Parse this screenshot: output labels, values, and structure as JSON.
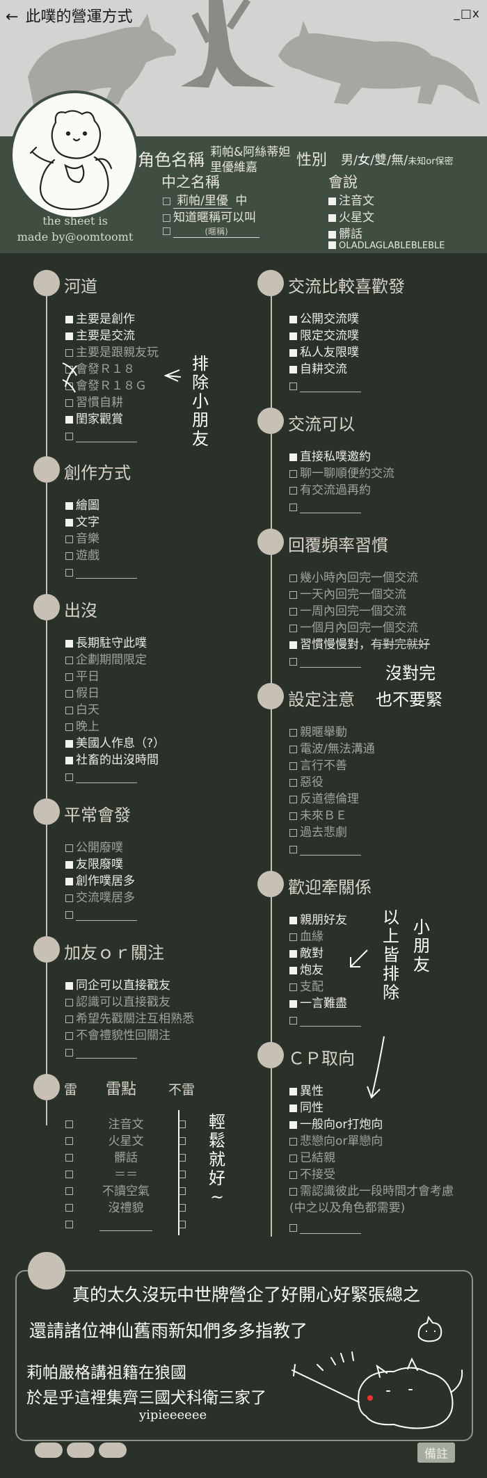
{
  "header": {
    "back_icon": "←",
    "title": "此噗的營運方式",
    "window_controls": "_□x"
  },
  "credit": {
    "line1": "the sheet is",
    "line2": "made by@oomtoomt"
  },
  "profile": {
    "role_label": "角色名稱",
    "role_value_1": "莉帕&阿絲蒂妲",
    "role_value_2": "里優維嘉",
    "gender_label": "性別",
    "gender_options": [
      "男/",
      "女",
      "/雙/無/"
    ],
    "gender_unknown": "未知or保密",
    "cn_name_label": "中之名稱",
    "cn_name_value": "莉帕/里優",
    "cn_name_suffix": "中",
    "know_nick": "知道暱稱可以叫",
    "nick_placeholder": "(暱稱)",
    "lang_label": "會說",
    "lang_1": "注音文",
    "lang_2": "火星文",
    "lang_3": "髒話",
    "lang_4": "OLADLAGLABLEBLEBLE"
  },
  "sections": {
    "river": {
      "title": "河道",
      "items": [
        "主要是創作",
        "主要是交流",
        "主要是跟親友玩",
        "會發Ｒ１８",
        "會發Ｒ１８Ｇ",
        "習慣自耕",
        "閨家觀賞"
      ]
    },
    "create": {
      "title": "創作方式",
      "items": [
        "繪圖",
        "文字",
        "音樂",
        "遊戲"
      ]
    },
    "appear": {
      "title": "出沒",
      "items": [
        "長期駐守此噗",
        "企劃期間限定",
        "平日",
        "假日",
        "白天",
        "晚上",
        "美國人作息（?）",
        "社畜的出沒時間"
      ]
    },
    "usual": {
      "title": "平常會發",
      "items": [
        "公開廢噗",
        "友限廢噗",
        "創作噗居多",
        "交流噗居多"
      ]
    },
    "follow": {
      "title": "加友ｏｒ關注",
      "items": [
        "同企可以直接戳友",
        "認識可以直接戳友",
        "希望先戳關注互相熟悉",
        "不會禮貌性回關注"
      ]
    },
    "mine": {
      "title_a": "雷",
      "title_b": "雷點",
      "title_c": "不雷",
      "items": [
        "注音文",
        "火星文",
        "髒話",
        "＝＝",
        "不讀空氣",
        "沒禮貌"
      ]
    },
    "exchange_pref": {
      "title": "交流比較喜歡發",
      "items": [
        "公開交流噗",
        "限定交流噗",
        "私人友限噗",
        "自耕交流"
      ]
    },
    "exchange_ok": {
      "title": "交流可以",
      "items": [
        "直接私噗邀約",
        "聊一聊順便約交流",
        "有交流過再約"
      ]
    },
    "reply": {
      "title": "回覆頻率習慣",
      "items": [
        "幾小時內回完一個交流",
        "一天內回完一個交流",
        "一周內回完一個交流",
        "一個月內回完一個交流",
        "習慣慢慢對，",
        "有對完就好"
      ]
    },
    "setting": {
      "title": "設定注意",
      "items": [
        "親暱舉動",
        "電波/無法溝通",
        "言行不善",
        "惡役",
        "反道德倫理",
        "未來ＢＥ",
        "過去悲劇"
      ]
    },
    "relation": {
      "title": "歡迎牽關係",
      "items": [
        "親朋好友",
        "血緣",
        "敵對",
        "炮友",
        "支配",
        "一言難盡"
      ]
    },
    "cp": {
      "title": "ＣＰ取向",
      "items": [
        "異性",
        "同性",
        "一般向or打炮向",
        "悲戀向or單戀向",
        "已結親",
        "不接受",
        "需認識彼此一段時間才會考慮",
        "(中之以及角色都需要)"
      ]
    }
  },
  "handwriting": {
    "exclude_kids": [
      "排",
      "除",
      "小",
      "朋",
      "友"
    ],
    "reply_note_1": "沒對完",
    "reply_note_2": "也不要緊",
    "above_all": [
      "以",
      "上",
      "皆",
      "排",
      "除"
    ],
    "kids_2": [
      "小",
      "朋",
      "友"
    ],
    "relaxed": [
      "輕",
      "鬆",
      "就",
      "好",
      "~"
    ]
  },
  "note": {
    "line1": "真的太久沒玩中世牌營企了好開心好緊張總之",
    "line2": "還請諸位神仙舊雨新知們多多指教了",
    "line3": "莉帕嚴格講祖籍在狼國",
    "line4": "於是乎這裡集齊三國犬科衛三家了",
    "line5": "yipieeeeee"
  },
  "footer": {
    "remark": "備註"
  }
}
